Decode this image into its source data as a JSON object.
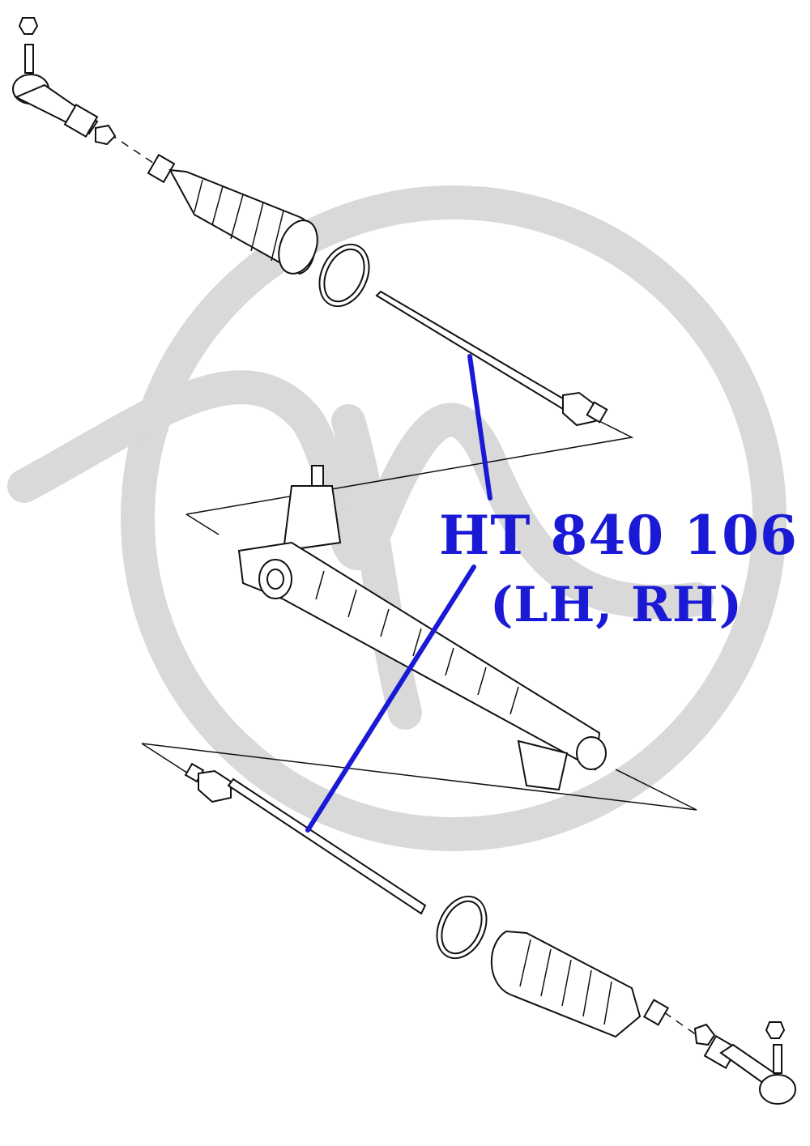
{
  "callout": {
    "part_number": "HT 840 106",
    "side": "(LH, RH)"
  },
  "colors": {
    "callout": "#1a1ad6",
    "line_art": "#111111",
    "watermark": "#d9d9d9",
    "background": "#ffffff"
  },
  "watermark": {
    "shape": "circle-logo"
  },
  "parts": [
    "tie-rod-end-upper",
    "boot-upper",
    "clamp-upper",
    "inner-tie-rod-upper",
    "steering-rack",
    "inner-tie-rod-lower",
    "clamp-lower",
    "boot-lower",
    "tie-rod-end-lower"
  ]
}
